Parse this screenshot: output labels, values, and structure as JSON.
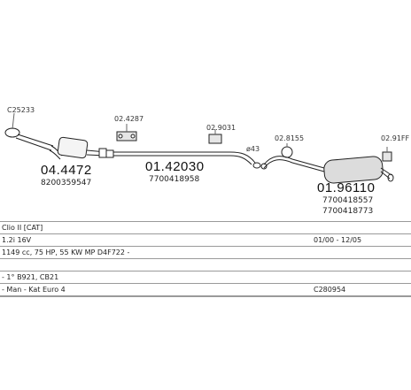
{
  "diagram": {
    "refs": {
      "r1": "C25233",
      "r2": "02.4287",
      "r3": "02.9031",
      "r4": "02.8155",
      "r5": "02.91FF",
      "r6": "ø43"
    },
    "parts": {
      "p1": {
        "number": "04.4472",
        "oem": [
          "8200359547"
        ]
      },
      "p2": {
        "number": "01.42030",
        "oem": [
          "7700418958"
        ]
      },
      "p3": {
        "number": "01.96110",
        "oem": [
          "7700418557",
          "7700418773"
        ]
      }
    }
  },
  "table": {
    "rows": [
      {
        "left": "Clio II [CAT]",
        "right": ""
      },
      {
        "left": "1.2i 16V",
        "right": "01/00 - 12/05"
      },
      {
        "left": "1149 cc, 75 HP, 55 KW MP D4F722 -",
        "right": ""
      },
      {
        "left": "",
        "right": ""
      },
      {
        "left": "- 1° B921, CB21",
        "right": ""
      },
      {
        "left": "- Man - Kat Euro 4",
        "right": "C280954"
      }
    ]
  }
}
